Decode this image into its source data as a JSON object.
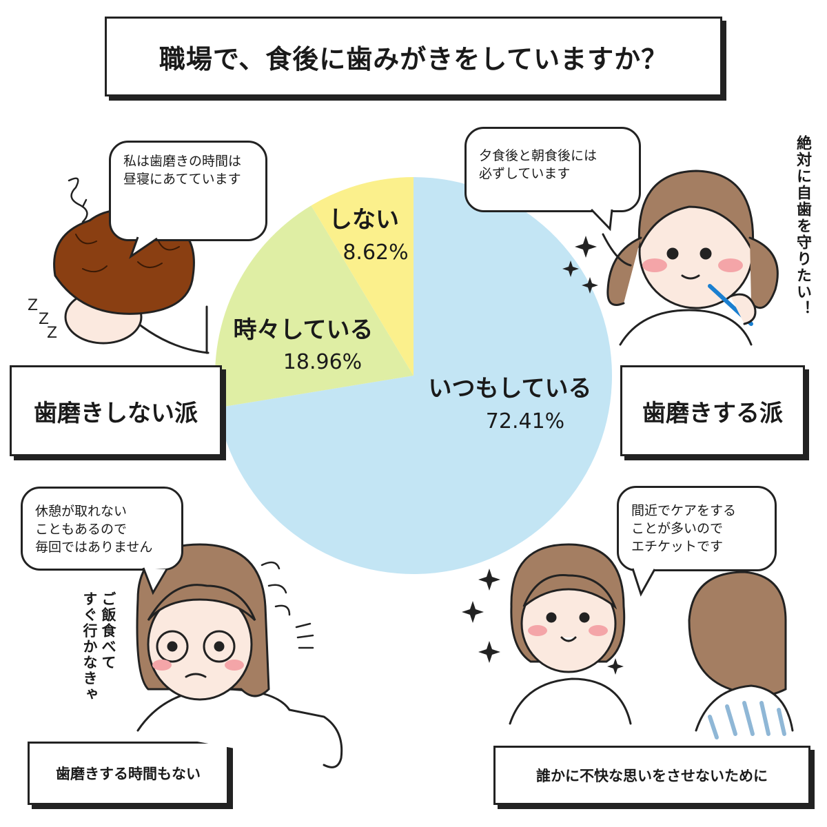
{
  "title": "職場で、食後に歯みがきをしていますか？",
  "chart_data": {
    "type": "pie",
    "title": "職場で、食後に歯みがきをしていますか？",
    "slices": [
      {
        "label": "いつもしている",
        "value_label": "72.41%",
        "value": 72.41,
        "color": "#c3e5f4"
      },
      {
        "label": "時々している",
        "value_label": "18.96%",
        "value": 18.96,
        "color": "#dfeea4"
      },
      {
        "label": "しない",
        "value_label": "8.62%",
        "value": 8.62,
        "color": "#fbf08c"
      }
    ]
  },
  "groups": {
    "no_brush": "歯磨きしない派",
    "brush": "歯磨きする派"
  },
  "reasons": {
    "no_time": "歯磨きする時間もない",
    "etiquette": "誰かに不快な思いをさせないために"
  },
  "bubbles": {
    "nap": [
      "私は歯磨きの時間は",
      "昼寝にあてています"
    ],
    "after_meals": [
      "夕食後と朝食後には",
      "必ずしています"
    ],
    "no_break": [
      "休憩が取れない",
      "こともあるので",
      "毎回ではありません"
    ],
    "close_care": [
      "間近でケアをする",
      "ことが多いので",
      "エチケットです"
    ]
  },
  "vertical_notes": {
    "protect_teeth": "絶対に自歯を守りたい！",
    "go_eat": [
      "ご飯食べて",
      "すぐ行かなきゃ"
    ]
  },
  "sleep_mark": "Z Z Z",
  "colors": {
    "border": "#222222",
    "hair_brown": "#8a3f12",
    "hair_light": "#a47e62",
    "skin": "#fbe9df",
    "cheek": "#f4a5a8"
  }
}
